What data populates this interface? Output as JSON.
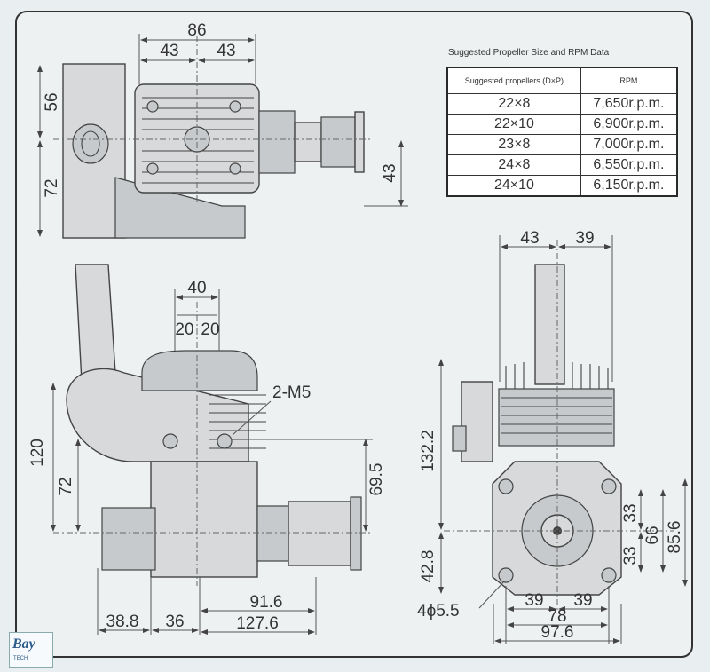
{
  "table": {
    "title": "Suggested Propeller Size and RPM Data",
    "headers": [
      "Suggested propellers (D×P)",
      "RPM"
    ],
    "rows": [
      {
        "prop": "22×8",
        "rpm": "7,650r.p.m."
      },
      {
        "prop": "22×10",
        "rpm": "6,900r.p.m."
      },
      {
        "prop": "23×8",
        "rpm": "7,000r.p.m."
      },
      {
        "prop": "24×8",
        "rpm": "6,550r.p.m."
      },
      {
        "prop": "24×10",
        "rpm": "6,150r.p.m."
      }
    ]
  },
  "top_view": {
    "width_total": "86",
    "width_left": "43",
    "width_right": "43",
    "height_upper": "56",
    "height_lower": "72",
    "shaft_height": "43"
  },
  "side_view": {
    "plug_width": "40",
    "plug_left": "20",
    "plug_right": "20",
    "thread_label": "2-M5",
    "height_total": "120",
    "height_mount": "72",
    "shaft_height": "69.5",
    "len_a": "38.8",
    "len_b": "36",
    "len_c": "91.6",
    "len_d": "127.6"
  },
  "front_view": {
    "width_left": "43",
    "width_right": "39",
    "height_total": "132.2",
    "height_lower": "42.8",
    "mount_33a": "33",
    "mount_33b": "33",
    "mount_66": "66",
    "mount_856": "85.6",
    "hole_label": "4ϕ5.5",
    "base_39a": "39",
    "base_39b": "39",
    "base_78": "78",
    "base_976": "97.6"
  },
  "logo": {
    "main": "Bay",
    "sub": "TECH"
  },
  "colors": {
    "background": "#e9eef0",
    "frame": "#333333"
  }
}
